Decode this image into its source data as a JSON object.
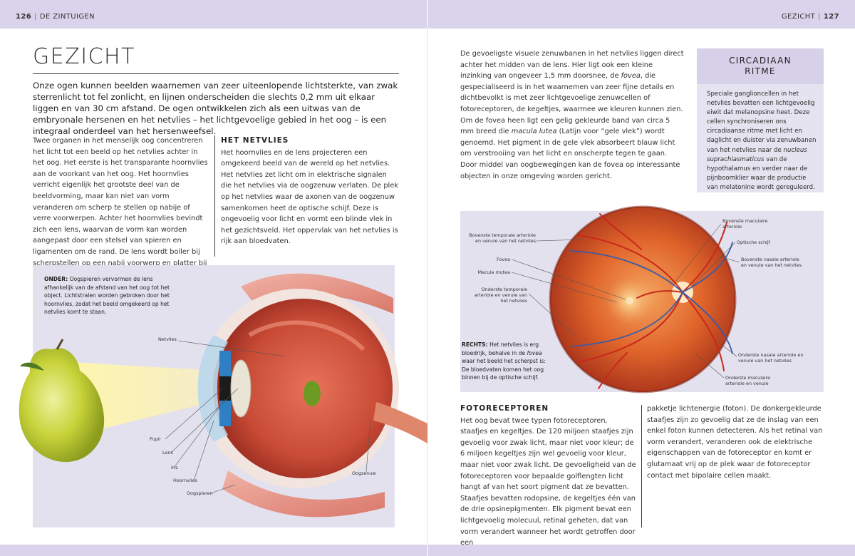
{
  "header": {
    "left_page_number": "126",
    "left_section": "DE ZINTUIGEN",
    "right_section": "GEZICHT",
    "right_page_number": "127"
  },
  "left_page": {
    "title": "GEZICHT",
    "intro": "Onze ogen kunnen beelden waarnemen van zeer uiteenlopende lichtsterkte, van zwak sterrenlicht tot fel zonlicht, en lijnen onderscheiden die slechts 0,2 mm uit elkaar liggen en van 30 cm afstand. De ogen ontwikkelen zich als een uitwas van de embryonale hersenen en het netvlies – het lichtgevoelige gebied in het oog – is een integraal onderdeel van het hersenweefsel.",
    "body_col1": "Twee organen in het menselijk oog concentreren het licht tot een beeld op het netvlies achter in het oog. Het eerste is het transparante hoornvlies aan de voorkant van het oog. Het hoornvlies verricht eigenlijk het grootste deel van de beeldvorming, maar kan niet van vorm veranderen om scherp te stellen op nabije of verre voorwerpen. Achter het hoornvlies bevindt zich een lens, waarvan de vorm kan worden aangepast door een stelsel van spieren en ligamenten om de rand. De lens wordt boller bij scherpstellen op een nabij voorwerp en platter bij het scherpstellen op een voorwerp verder weg.",
    "netvlies_heading": "HET NETVLIES",
    "netvlies_text": "Het hoornvlies en de lens projecteren een omgekeerd beeld van de wereld op het netvlies. Het netvlies zet licht om in elektrische signalen die het netvlies via de oogzenuw verlaten. De plek op het netvlies waar de axonen van de oogzenuw samenkomen heet de optische schijf. Deze is ongevoelig voor licht en vormt een blinde vlek in het gezichtsveld. Het oppervlak van het netvlies is rijk aan bloedvaten.",
    "eye_caption_label": "ONDER:",
    "eye_caption_text": "Oogspieren vervormen de lens afhankelijk van de afstand van het oog tot het object. Lichtstralen worden gebroken door het hoornvlies, zodat het beeld omgekeerd op het netvlies komt te staan.",
    "eye_labels": {
      "netvlies": "Netvlies",
      "pupil": "Pupil",
      "lens": "Lens",
      "iris": "Iris",
      "hoornvlies": "Hoornvlies",
      "oogspieren": "Oogspieren",
      "oogzenuw": "Oogzenuw"
    }
  },
  "right_page": {
    "top_text_parts": [
      "De gevoeligste visuele zenuwbanen in het netvlies liggen direct achter het midden van de lens. Hier ligt ook een kleine inzinking van ongeveer 1,5 mm doorsnee, de ",
      "fovea",
      ", die gespecialiseerd is in het waarnemen van zeer fijne details en dichtbevolkt is met zeer lichtgevoelige zenuwcellen of fotoreceptoren, de kegeltjes, waarmee we kleuren kunnen zien. Om de fovea heen ligt een gelig gekleurde band van circa 5 mm breed die ",
      "macula lutea",
      " (Latijn voor “gele vlek”) wordt genoemd. Het pigment in de gele vlek absorbeert blauw licht om verstrooiing van het licht en onscherpte tegen te gaan. Door middel van oogbewegingen kan de fovea op interessante objecten in onze omgeving worden gericht."
    ],
    "sidebar": {
      "title_line1": "CIRCADIAAN",
      "title_line2": "RITME",
      "text_before": "Speciale ganglioncellen in het netvlies bevatten een lichtgevoelig eiwit dat melanopsine heet. Deze cellen synchroniseren ons circadiaanse ritme met licht en daglicht en duister via zenuwbanen van het netvlies naar de ",
      "text_italic": "nucleus suprachiasmaticus",
      "text_after": " van de hypothalamus en verder naar de pijnboomklier waar de productie van melatonine wordt gereguleerd."
    },
    "retina_caption_label": "RECHTS:",
    "retina_caption_before": " Het netvlies is erg bloedrijk, behalve in de ",
    "retina_caption_italic": "fovea",
    "retina_caption_after": " waar het beeld het scherpst is: De bloedvaten komen het oog binnen bij de optische schijf.",
    "retina_labels": {
      "temporal_upper": "Bovenste temporale arteriole en venule van het netvlies",
      "fovea": "Fovea",
      "macula": "Macula mutea",
      "temporal_lower": "Onderste temporale arteriole en venule van het netvlies",
      "macular_upper": "Bovenste maculaire arteriole",
      "optic_disc": "Optische schijf",
      "nasal_upper": "Bovenste nasale arteriole en venule van het netvlies",
      "nasal_lower": "Onderste nasale arteriole en venule van het netvlies",
      "macular_lower": "Onderste maculaire arteriole en venule"
    },
    "fotoreceptoren_heading": "FOTORECEPTOREN",
    "fotoreceptoren_col1": "Het oog bevat twee typen fotoreceptoren, staafjes en kegeltjes. De 120 miljoen staafjes zijn gevoelig voor zwak licht, maar niet voor kleur; de 6 miljoen kegeltjes zijn wel gevoelig voor kleur, maar niet voor zwak licht. De gevoeligheid van de fotoreceptoren voor bepaalde golflengten licht hangt af van het soort pigment dat ze bevatten. Staafjes bevatten rodopsine, de kegeltjes één van de drie opsinepigmenten. Elk pigment bevat een lichtgevoelig molecuul, retinal geheten, dat van vorm verandert wanneer het wordt getroffen door een",
    "fotoreceptoren_col2": "pakketje lichtenergie (foton). De donkergekleurde staafjes zijn zo gevoelig dat ze de inslag van een enkel foton kunnen detecteren. Als het retinal van vorm verandert, veranderen ook de elektrische eigenschappen van de fotoreceptor en komt er glutamaat vrij op de plek waar de fotoreceptor contact met bipolaire cellen maakt."
  },
  "colors": {
    "band": "#d9d3eb",
    "panel": "#e4e1ef",
    "sidebar_header": "#d6d0e8",
    "sidebar_body": "#e6e3f0"
  }
}
